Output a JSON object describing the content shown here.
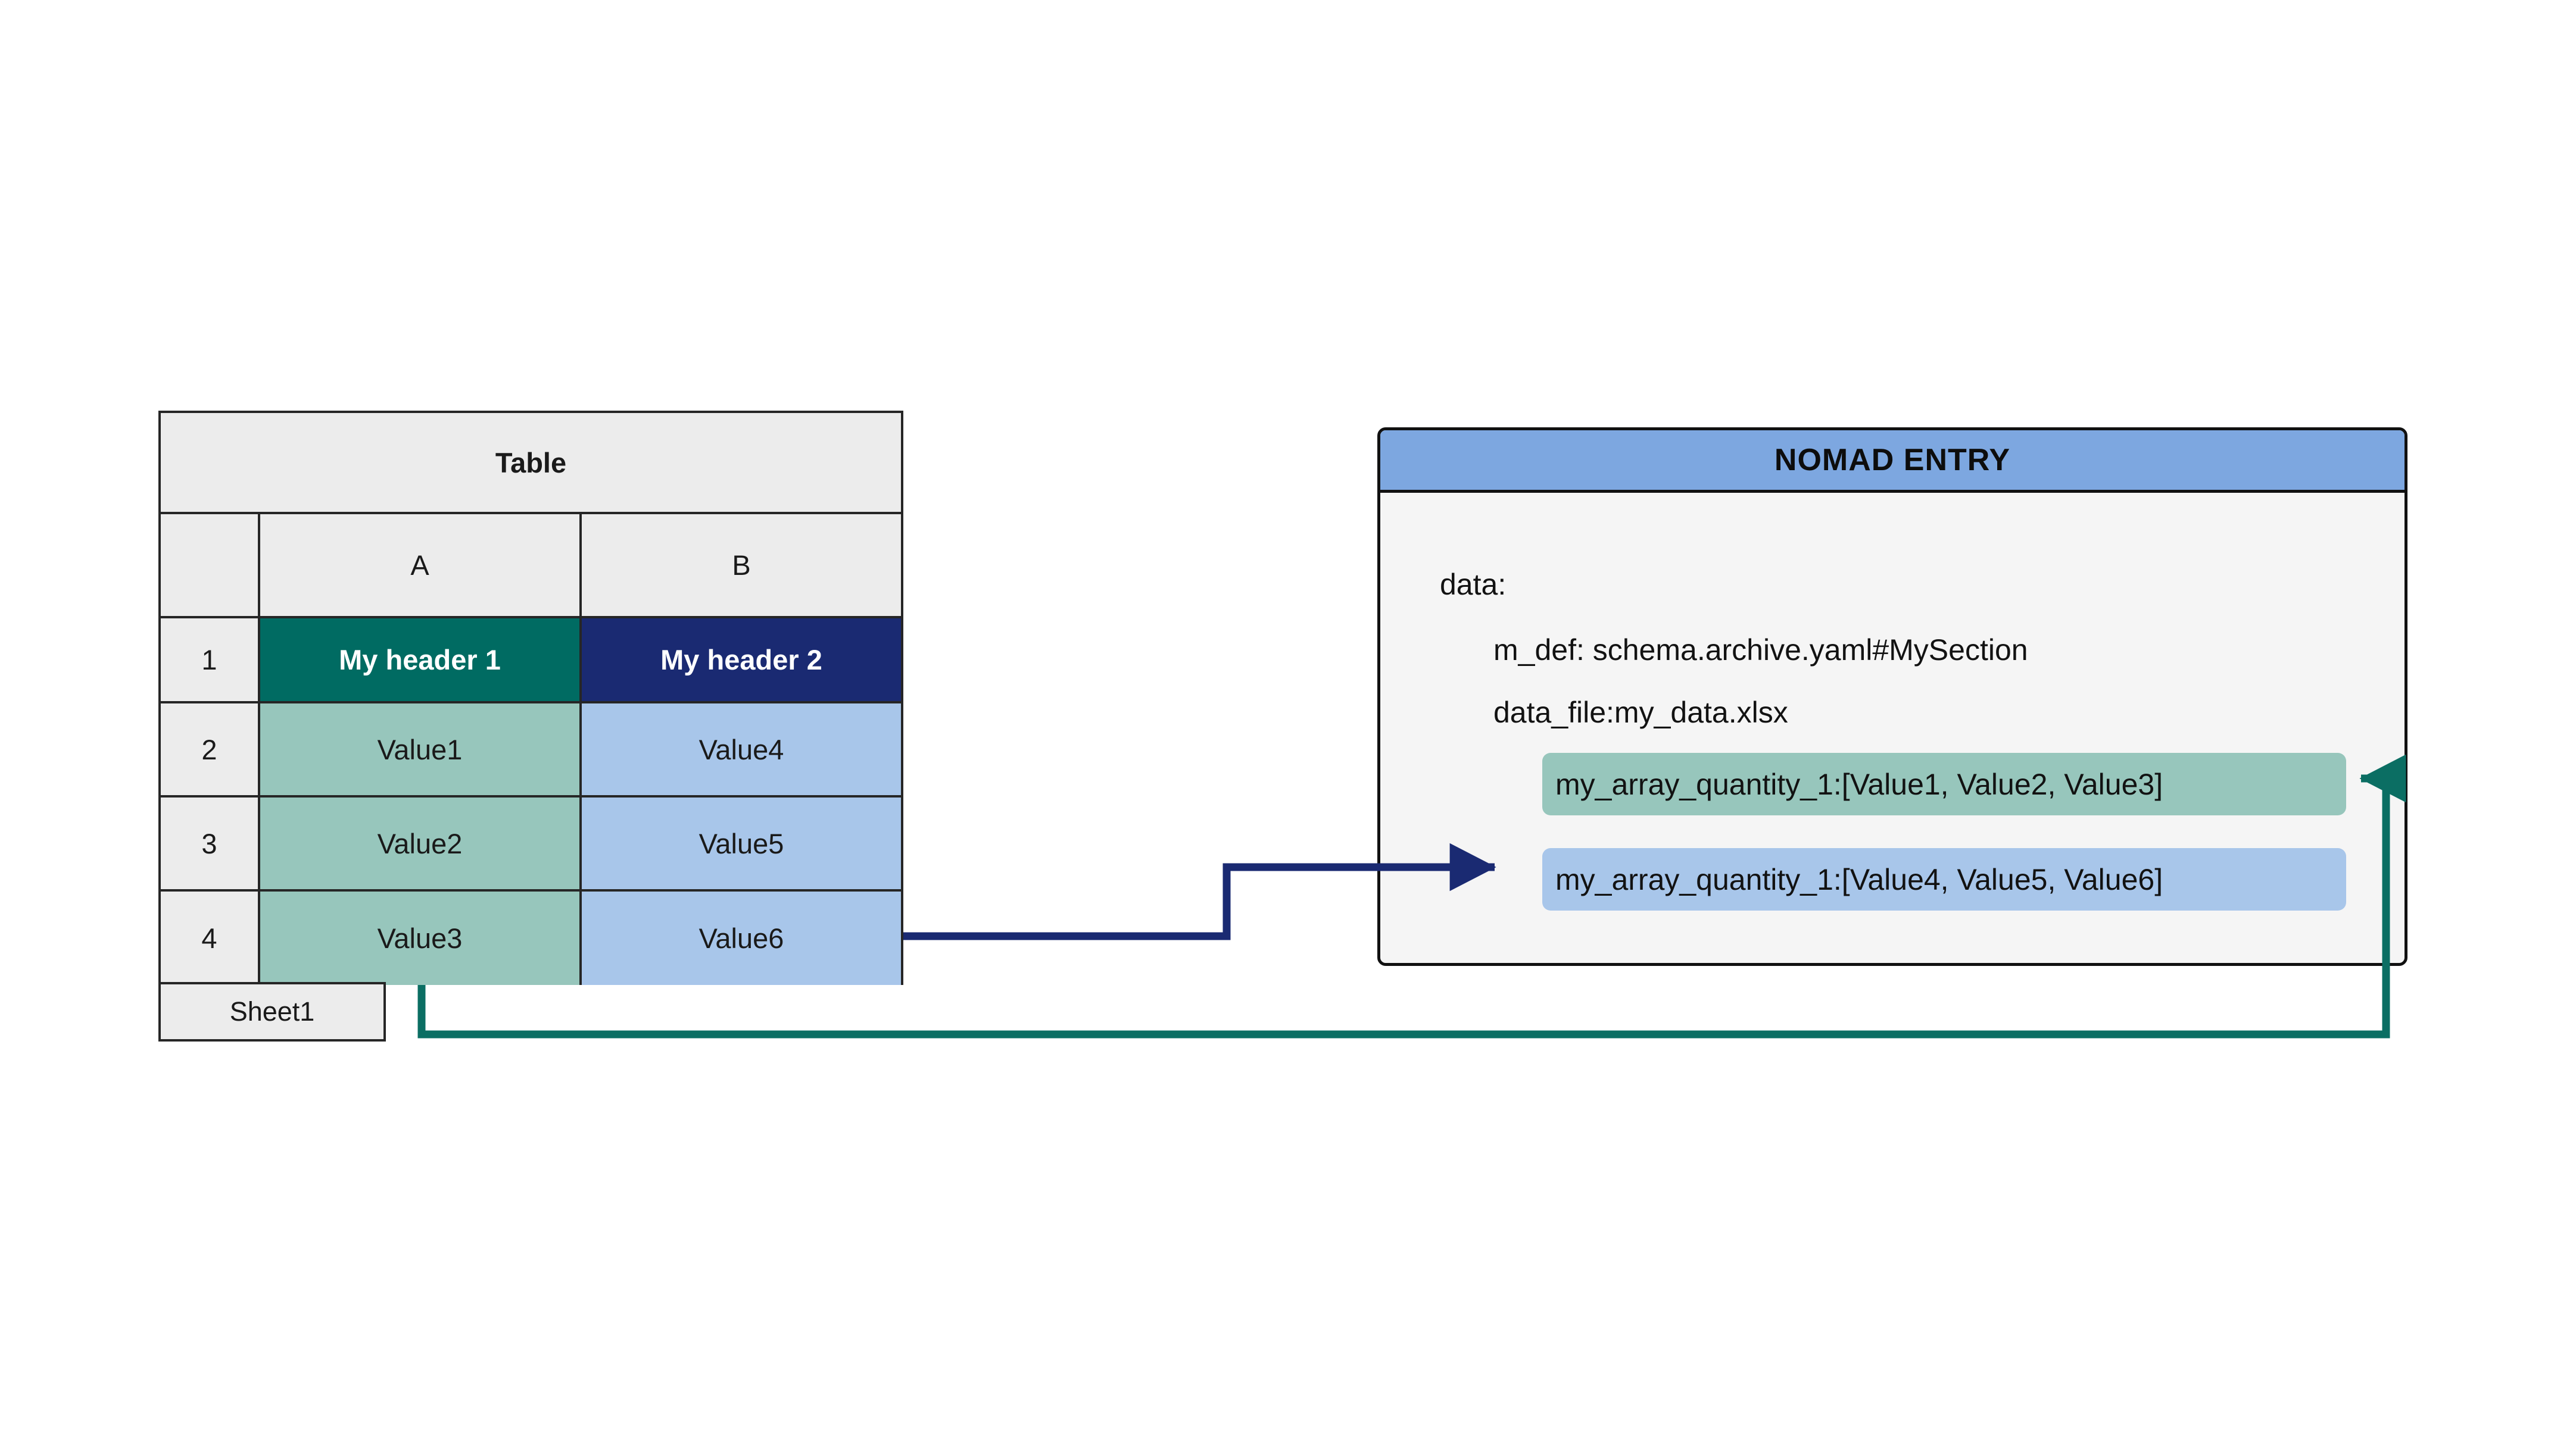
{
  "spreadsheet": {
    "title": "Table",
    "column_headers": [
      "",
      "A",
      "B"
    ],
    "row_numbers": [
      "1",
      "2",
      "3",
      "4"
    ],
    "rows": [
      {
        "number": "1",
        "a": "My header 1",
        "b": "My header 2"
      },
      {
        "number": "2",
        "a": "Value1",
        "b": "Value4"
      },
      {
        "number": "3",
        "a": "Value2",
        "b": "Value5"
      },
      {
        "number": "4",
        "a": "Value3",
        "b": "Value6"
      }
    ],
    "sheet_tab": "Sheet1",
    "colors": {
      "header_a": "#006B62",
      "header_b": "#1A2A72",
      "value_a": "#97C6BC",
      "value_b": "#A8C6EA",
      "grid": "#262626",
      "gray": "#ECECEC"
    }
  },
  "nomad_panel": {
    "title": "NOMAD ENTRY",
    "yaml": {
      "root": "data:",
      "m_def": "m_def: schema.archive.yaml#MySection",
      "data_file": "data_file:my_data.xlsx"
    },
    "array_rows": [
      {
        "text": "my_array_quantity_1:[Value1, Value2, Value3]",
        "color": "#97C6BC"
      },
      {
        "text": "my_array_quantity_1:[Value4, Value5, Value6]",
        "color": "#A8C6EA"
      }
    ],
    "colors": {
      "header_bar": "#7DA7E0",
      "body": "#F5F5F5",
      "border": "#111111"
    }
  },
  "connectors": [
    {
      "name": "column-b-to-blue-array-row",
      "color": "#1A2A72"
    },
    {
      "name": "column-a-to-green-array-row",
      "color": "#0B6E63"
    }
  ]
}
